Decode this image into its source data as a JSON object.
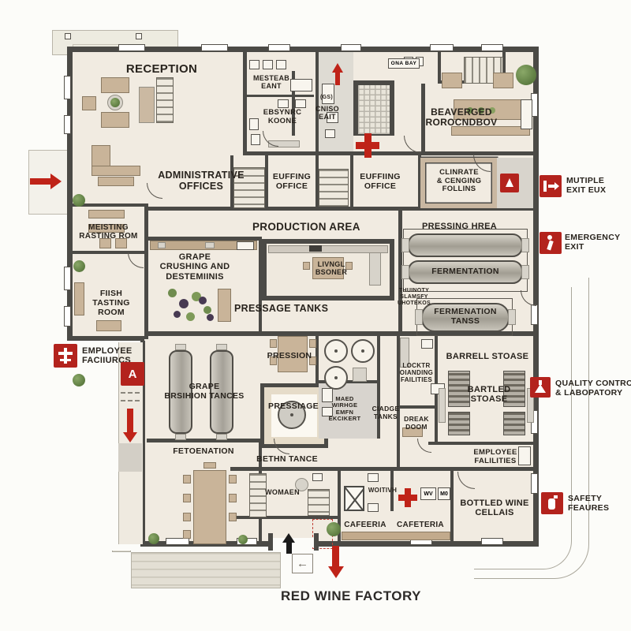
{
  "title": "RED WINE FACTORY",
  "colors": {
    "accent_red": "#b3231d",
    "wall": "#4b4a46",
    "floor": "#f1ebe1"
  },
  "rooms": {
    "reception": [
      "RECEPTION"
    ],
    "master_bath": [
      "MESTEAB",
      "EANT"
    ],
    "ensuite_bath": [
      "EBSYNRC",
      "KOONE"
    ],
    "gs_tag": [
      "(GS)"
    ],
    "exit_core": [
      "CNISO",
      "EAIT"
    ],
    "ona_bay": [
      "ONA BAY"
    ],
    "beverage_storeroom": [
      "BEAVERGED",
      "ROROCNDBOV"
    ],
    "admin_offices": [
      "ADMINISTRATIVE",
      "OFFICES"
    ],
    "office_left": [
      "EUFFING",
      "OFFICE"
    ],
    "office_right": [
      "EUFFIING",
      "OFFICE"
    ],
    "climate_cellar": [
      "CLINRATE",
      "& CENGING",
      "FOLLINS"
    ],
    "production_area": [
      "PRODUCTION AREA"
    ],
    "pressing_area": [
      "PRESSING HREA"
    ],
    "meeting_room": [
      "MEISTING",
      "RASTING ROM"
    ],
    "crushing_room": [
      "GRAPE",
      "CRUSHING AND",
      "DESTEMIINIS"
    ],
    "center_room": [
      "LIVNGL",
      "BSONER"
    ],
    "quality_note": [
      "THUINOTY",
      "SLAMSFY",
      "UHOTEKOS"
    ],
    "fish_tasting": [
      "FIISH",
      "TASTING",
      "ROOM"
    ],
    "pressage_tanks": [
      "PRESSAGE TANKS"
    ],
    "fermentation_tank": [
      "FERMENTATION"
    ],
    "fermenation_tanks": [
      "FERMENATION",
      "TANSS"
    ],
    "pression": [
      "PRESSION"
    ],
    "grape_tanks": [
      "GRAPE",
      "BRSIHION TANCES"
    ],
    "pressiage": [
      "PRESSIAGE"
    ],
    "mixed_note": [
      "MAED",
      "WIRHGE",
      "EMFN",
      "EKCIKERT"
    ],
    "ciadge_tanks": [
      "CIADGE",
      "TANKS"
    ],
    "locker_room": [
      "LOCKTR",
      "OIANDING",
      "FAILITIES"
    ],
    "break_room": [
      "DREAK",
      "DOOM"
    ],
    "barrel_storage": [
      "BARRELL STOASE"
    ],
    "bottle_storage": [
      "BARTLED",
      "STOASE"
    ],
    "employee_facilities_room": [
      "EMPLOYEE",
      "FALILITIES"
    ],
    "bottled_wine_cellar": [
      "BOTTLED WINE",
      "CELLAIS"
    ],
    "fermenation_hall": [
      "FETOENATION"
    ],
    "beth_tance": [
      "BETHN TANCE"
    ],
    "women_room": [
      "WOMAEN"
    ],
    "writia_room": [
      "WOITIVH"
    ],
    "cafeteria_left": [
      "CAFEERIA"
    ],
    "cafeteria_right": [
      "CAFETERIA"
    ],
    "wv_tag": [
      "WV"
    ],
    "m0_tag": [
      "M0"
    ]
  },
  "legend": {
    "employee_facilities": [
      "EMPLOYEE",
      "FACIIURCS"
    ],
    "a_marker": [
      "A"
    ],
    "multiple_exit": [
      "MUTIPLE",
      "EXIT EUX"
    ],
    "emergency_exit": [
      "EMERGENCY",
      "EXIT"
    ],
    "quality_control": [
      "QUALITY CONTROL",
      "& LABOPATORY"
    ],
    "safety_features": [
      "SAFETY",
      "FEAURES"
    ]
  }
}
